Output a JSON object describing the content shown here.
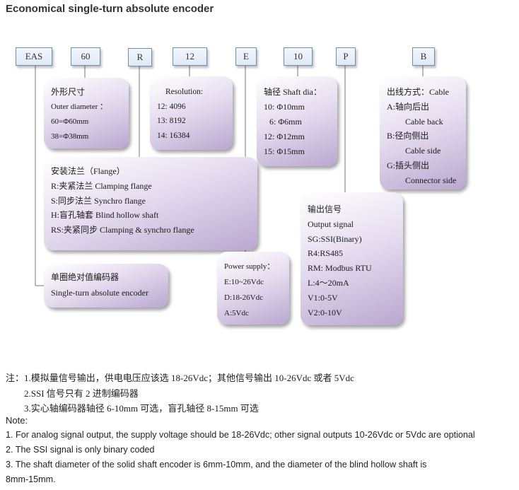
{
  "title": "Economical single-turn absolute encoder",
  "codes": [
    "EAS",
    "60",
    "R",
    "12",
    "E",
    "10",
    "P",
    "B"
  ],
  "boxes": {
    "outer": [
      "外形尺寸",
      "Outer diameter  ：",
      "60=Φ60mm",
      "38=Φ38mm"
    ],
    "resolution": [
      "Resolution:",
      "12:  4096",
      "13:  8192",
      "14:  16384"
    ],
    "shaft": [
      "轴径 Shaft dia：",
      "10: Φ10mm",
      "6:  Φ6mm",
      "12: Φ12mm",
      "15: Φ15mm"
    ],
    "outlet": [
      "出线方式：Cable",
      "A:轴向后出",
      "Cable back",
      "B:径向侧出",
      "Cable side",
      "G:插头侧出",
      "Connector side"
    ],
    "flange": [
      "安装法兰（Flange）",
      "R:夹紧法兰 Clamping flange",
      "S:同步法兰 Synchro flange",
      "H:盲孔轴套 Blind hollow shaft",
      "RS:夹紧同步 Clamping & synchro flange"
    ],
    "signal": [
      "输出信号",
      "Output signal",
      "SG:SSI(Binary)",
      "R4:RS485",
      "RM: Modbus RTU",
      "L:4～20mA",
      "V1:0-5V",
      "V2:0-10V"
    ],
    "power": [
      "Power supply：",
      "E:10~26Vdc",
      "D:18-26Vdc",
      "A:5Vdc"
    ],
    "type": [
      "单圈绝对值编码器",
      "Single-turn absolute encoder"
    ]
  },
  "notes_cn": [
    "注：1.模拟量信号输出，供电电压应该选 18-26Vdc；其他信号输出 10-26Vdc 或者 5Vdc",
    "2.SSI 信号只有 2 进制编码器",
    "3.实心轴编码器轴径 6-10mm 可选，盲孔轴径 8-15mm 可选"
  ],
  "notes_en": [
    "Note:",
    "1. For analog signal output, the supply voltage should be 18-26Vdc; other signal outputs 10-26Vdc or 5Vdc are optional",
    "2. The SSI signal is only binary coded",
    "3. The shaft diameter of the solid shaft encoder is 6mm-10mm, and the diameter of the blind hollow shaft is",
    "8mm-15mm."
  ]
}
